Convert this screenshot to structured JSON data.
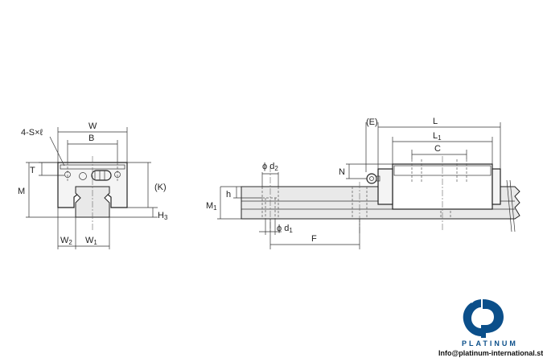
{
  "labels": {
    "screw": "4-S×ℓ",
    "w": "W",
    "b": "B",
    "t": "T",
    "m": "M",
    "k": "(K)",
    "h3": "H",
    "h3_sub": "3",
    "w2": "W",
    "w2_sub": "2",
    "w1": "W",
    "w1_sub": "1",
    "d2": "ϕ d",
    "d2_sub": "2",
    "h": "h",
    "m1": "M",
    "m1_sub": "1",
    "d1": "ϕ d",
    "d1_sub": "1",
    "f": "F",
    "e": "(E)",
    "l": "L",
    "l1": "L",
    "l1_sub": "1",
    "c": "C",
    "n": "N"
  },
  "brand": {
    "name": "PLATINUM",
    "email": "Info@platinum-international.store"
  }
}
